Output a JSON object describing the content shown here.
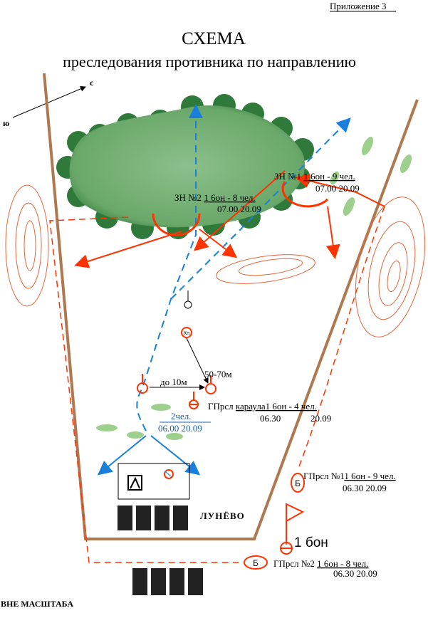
{
  "appendix": "Приложение 3",
  "title": "СХЕМА",
  "subtitle": "преследования  противника по направлению",
  "compass": {
    "north": "с",
    "south": "ю"
  },
  "scale_note": "ВНЕ МАСШТАБА",
  "village": "ЛУНЁВО",
  "battalion": "1 бон",
  "distances": {
    "d1": "50-70м",
    "d2": "до 10м"
  },
  "symbols": {
    "b": "Б",
    "kn": "Кн"
  },
  "zn2": {
    "label": "ЗН №2",
    "unit": "1 6он - 8 чел.",
    "time": "07.00 20.09"
  },
  "zn1": {
    "label": "ЗН №1",
    "unit": "1 6он - 9 чел.",
    "time": "07.00 20.09"
  },
  "guard": {
    "label": "ГПрсл",
    "unit": "караула1 6он - 4 чел.",
    "time": "06.30",
    "date": "20.09"
  },
  "patrol": {
    "unit": "2чел.",
    "time": "06.00 20.09"
  },
  "gp1": {
    "label": "ГПрсл №1",
    "unit": "1 6он - 9 чел.",
    "time": "06.30 20.09"
  },
  "gp2": {
    "label": "ГПрсл №2",
    "unit": "1 6он - 8 чел.",
    "time": "06.30 20.09"
  },
  "colors": {
    "red": "#ff3300",
    "blue": "#1a7fdc",
    "brown": "#b07850",
    "forest": "#6aa86a"
  }
}
